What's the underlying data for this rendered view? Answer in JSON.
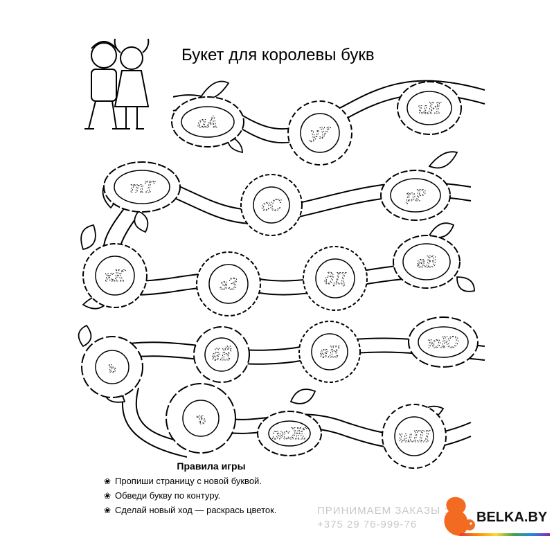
{
  "title": "Букет для королевы букв",
  "flower_letters": [
    "аА",
    "уУ",
    "иИ",
    "тТ",
    "сС",
    "рР",
    "кК",
    "зЗ",
    "дД",
    "вВ",
    "ь",
    "ёЁ",
    "еЕ",
    "юЮ",
    "ъ",
    "жЖ",
    "шШ"
  ],
  "rules": {
    "title": "Правила игры",
    "items": [
      "Пропиши страницу с новой буквой.",
      "Обведи букву по контуру.",
      "Сделай новый ход — раскрась цветок."
    ],
    "bullet": "❀"
  },
  "watermark": {
    "line1": "ПРИНИМАЕМ ЗАКАЗЫ :",
    "line2": "+375 29 76-999-76"
  },
  "brand": {
    "name": "BELKA.BY",
    "accent_color": "#f26b21"
  }
}
